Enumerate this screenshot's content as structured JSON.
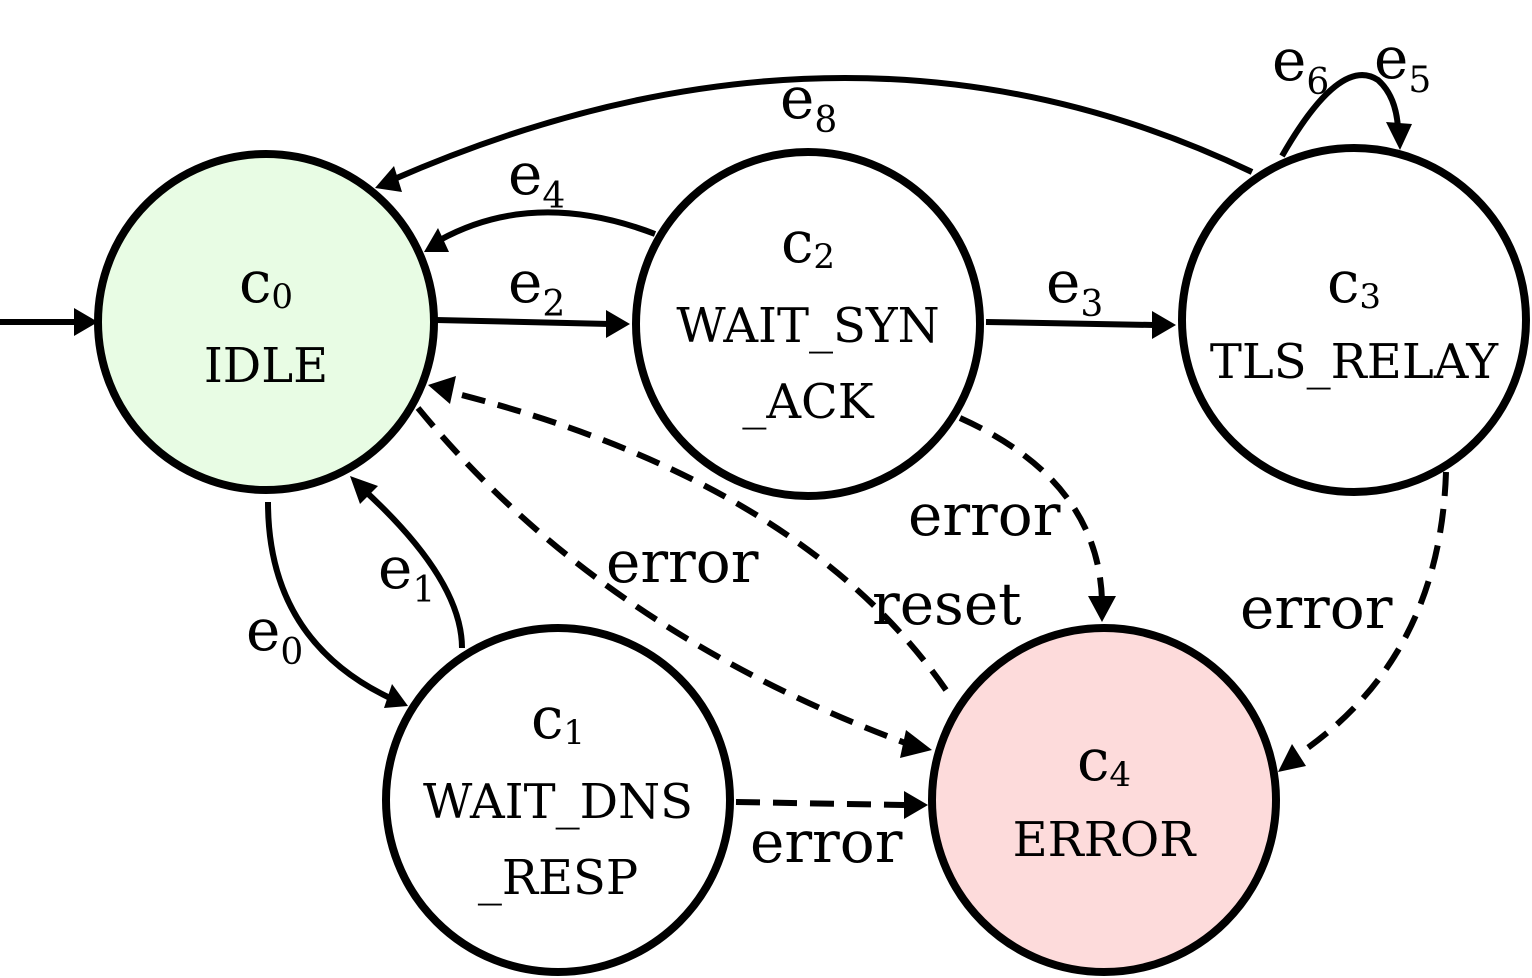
{
  "states": [
    {
      "key": "c0",
      "id_base": "c",
      "id_sub": "0",
      "lines": [
        "IDLE"
      ],
      "fill": "#e8fce4"
    },
    {
      "key": "c1",
      "id_base": "c",
      "id_sub": "1",
      "lines": [
        "WAIT_DNS",
        "_RESP"
      ],
      "fill": "#ffffff"
    },
    {
      "key": "c2",
      "id_base": "c",
      "id_sub": "2",
      "lines": [
        "WAIT_SYN",
        "_ACK"
      ],
      "fill": "#ffffff"
    },
    {
      "key": "c3",
      "id_base": "c",
      "id_sub": "3",
      "lines": [
        "TLS_RELAY"
      ],
      "fill": "#ffffff"
    },
    {
      "key": "c4",
      "id_base": "c",
      "id_sub": "4",
      "lines": [
        "ERROR"
      ],
      "fill": "#fddbdb"
    }
  ],
  "initial_state": "c0",
  "transitions": [
    {
      "key": "e0",
      "from": "c0",
      "to": "c1",
      "base": "e",
      "sub": "0",
      "style": "solid"
    },
    {
      "key": "e1",
      "from": "c1",
      "to": "c0",
      "base": "e",
      "sub": "1",
      "style": "solid"
    },
    {
      "key": "e2",
      "from": "c0",
      "to": "c2",
      "base": "e",
      "sub": "2",
      "style": "solid"
    },
    {
      "key": "e3",
      "from": "c2",
      "to": "c3",
      "base": "e",
      "sub": "3",
      "style": "solid"
    },
    {
      "key": "e4",
      "from": "c2",
      "to": "c0",
      "base": "e",
      "sub": "4",
      "style": "solid"
    },
    {
      "key": "e5",
      "from": "c3",
      "to": "c3",
      "base": "e",
      "sub": "5",
      "style": "solid"
    },
    {
      "key": "e6",
      "from": "c3",
      "to": "c3",
      "base": "e",
      "sub": "6",
      "style": "solid"
    },
    {
      "key": "e8",
      "from": "c3",
      "to": "c0",
      "base": "e",
      "sub": "8",
      "style": "solid"
    },
    {
      "key": "err0",
      "from": "c0",
      "to": "c4",
      "label": "error",
      "style": "dashed"
    },
    {
      "key": "err1",
      "from": "c1",
      "to": "c4",
      "label": "error",
      "style": "dashed"
    },
    {
      "key": "err2",
      "from": "c2",
      "to": "c4",
      "label": "error",
      "style": "dashed"
    },
    {
      "key": "err3",
      "from": "c3",
      "to": "c4",
      "label": "error",
      "style": "dashed"
    },
    {
      "key": "reset",
      "from": "c4",
      "to": "c0",
      "label": "reset",
      "style": "dashed"
    }
  ]
}
